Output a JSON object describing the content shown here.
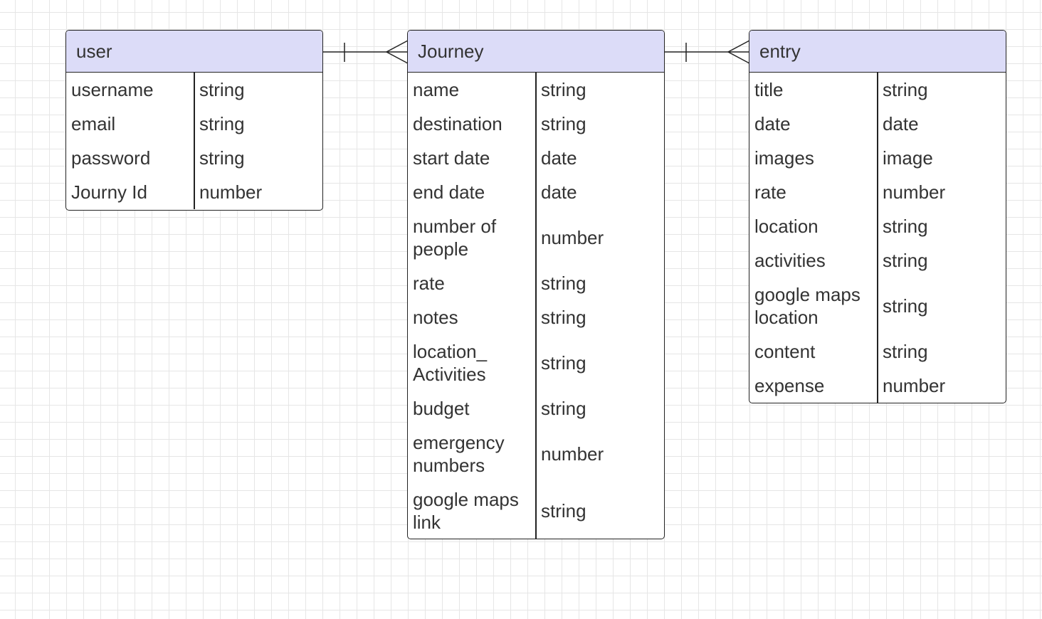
{
  "entities": {
    "user": {
      "title": "user",
      "rows": [
        {
          "name": "username",
          "type": "string"
        },
        {
          "name": "email",
          "type": "string"
        },
        {
          "name": "password",
          "type": "string"
        },
        {
          "name": "Journy Id",
          "type": "number"
        }
      ]
    },
    "journey": {
      "title": "Journey",
      "rows": [
        {
          "name": "name",
          "type": "string"
        },
        {
          "name": "destination",
          "type": "string"
        },
        {
          "name": "start date",
          "type": "date"
        },
        {
          "name": "end date",
          "type": "date"
        },
        {
          "name": "number of people",
          "type": "number"
        },
        {
          "name": "rate",
          "type": "string"
        },
        {
          "name": "notes",
          "type": "string"
        },
        {
          "name": "location_ Activities",
          "type": "string"
        },
        {
          "name": "budget",
          "type": "string"
        },
        {
          "name": "emergency numbers",
          "type": "number"
        },
        {
          "name": "google maps link",
          "type": "string"
        }
      ]
    },
    "entry": {
      "title": "entry",
      "rows": [
        {
          "name": "title",
          "type": "string"
        },
        {
          "name": "date",
          "type": "date"
        },
        {
          "name": "images",
          "type": "image"
        },
        {
          "name": "rate",
          "type": "number"
        },
        {
          "name": "location",
          "type": "string"
        },
        {
          "name": "activities",
          "type": "string"
        },
        {
          "name": "google maps location",
          "type": "string"
        },
        {
          "name": "content",
          "type": "string"
        },
        {
          "name": "expense",
          "type": "number"
        }
      ]
    }
  },
  "relationships": [
    {
      "from": "user",
      "to": "journey",
      "from_cardinality": "one",
      "to_cardinality": "many"
    },
    {
      "from": "journey",
      "to": "entry",
      "from_cardinality": "one",
      "to_cardinality": "many"
    }
  ],
  "colors": {
    "header_fill": "#dcdcf8",
    "border": "#222222",
    "text": "#333333",
    "grid": "#e6e6e6"
  }
}
